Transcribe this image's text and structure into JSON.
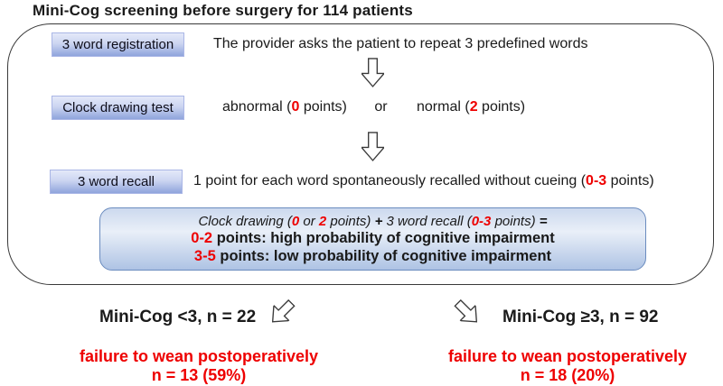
{
  "title": "Mini-Cog screening before surgery for 114 patients",
  "colors": {
    "accent_red": "#ee0000",
    "tag_gradient_top": "#e4e9f9",
    "tag_gradient_bottom": "#8fa4dc",
    "inner_box_border": "#6b8cbf",
    "outer_border": "#3a3a3a"
  },
  "steps": {
    "registration": {
      "label": "3 word registration",
      "description": "The provider asks the patient to repeat 3 predefined words"
    },
    "clock": {
      "label": "Clock drawing test",
      "abnormal_pre": "abnormal (",
      "abnormal_score": "0",
      "abnormal_post": " points)",
      "or_text": "or",
      "normal_pre": "normal (",
      "normal_score": "2",
      "normal_post": " points)"
    },
    "recall": {
      "label": "3 word recall",
      "description_pre": "1 point for each word spontaneously recalled without cueing (",
      "score_range": "0-3",
      "description_post": " points)"
    }
  },
  "scoring": {
    "formula": {
      "part1": "Clock drawing (",
      "clock_score_low": "0",
      "part2": " or ",
      "clock_score_high": "2",
      "part3": " points) ",
      "plus": "+",
      "part4": " 3 word recall (",
      "recall_range": "0-3",
      "part5": " points) ",
      "equals": "="
    },
    "high_risk_range": "0-2",
    "high_risk_text": " points: high probability of cognitive impairment",
    "low_risk_range": "3-5",
    "low_risk_text": " points: low probability of cognitive impairment"
  },
  "outcomes": {
    "left": {
      "group": "Mini-Cog <3, n = 22",
      "result_line1": "failure to wean postoperatively",
      "result_line2": "n = 13 (59%)"
    },
    "right": {
      "group": "Mini-Cog ≥3, n = 92",
      "result_line1": "failure to wean postoperatively",
      "result_line2": "n = 18 (20%)"
    }
  }
}
